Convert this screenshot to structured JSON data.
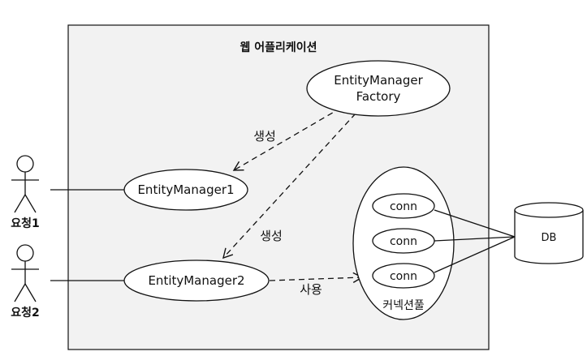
{
  "app": {
    "title": "웹 어플리케이션"
  },
  "actors": [
    {
      "label": "요청1"
    },
    {
      "label": "요청2"
    }
  ],
  "nodes": {
    "factory": {
      "line1": "EntityManager",
      "line2": "Factory"
    },
    "em1": {
      "label": "EntityManager1"
    },
    "em2": {
      "label": "EntityManager2"
    },
    "pool": {
      "label": "커넥션풀",
      "connections": [
        "conn",
        "conn",
        "conn"
      ]
    },
    "db": {
      "label": "DB"
    }
  },
  "edges": {
    "create1": "생성",
    "create2": "생성",
    "use": "사용"
  },
  "colors": {
    "container_fill": "#f2f2f2",
    "node_fill": "#ffffff",
    "stroke": "#111111"
  }
}
